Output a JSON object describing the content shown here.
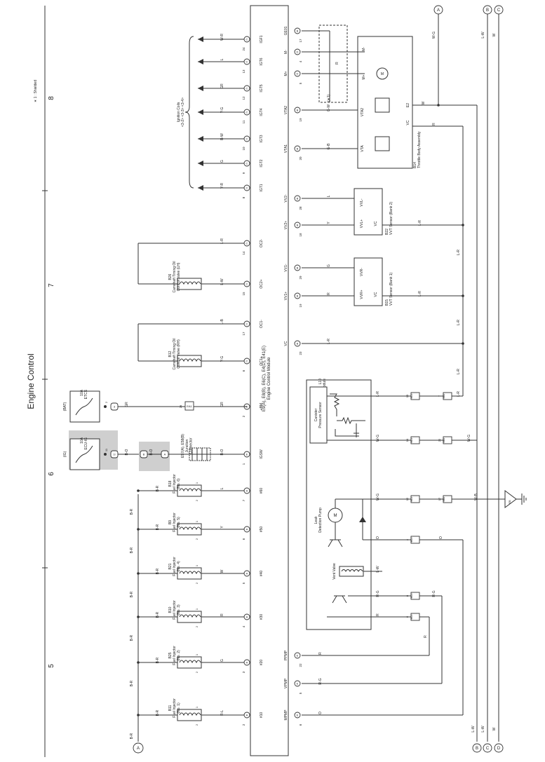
{
  "header": {
    "title": "Engine Control",
    "shielded_note": "∗ 1 : Shielded"
  },
  "column_numbers": [
    "5",
    "6",
    "7",
    "8"
  ],
  "ecm": {
    "label": "E9(A), E8(B), E6(C), E4(D), E41(E)\nEngine Control Module",
    "left_pins": [
      {
        "num": "2",
        "code": "A",
        "name": "#10"
      },
      {
        "num": "3",
        "code": "A",
        "name": "#20"
      },
      {
        "num": "4",
        "code": "A",
        "name": "#30"
      },
      {
        "num": "5",
        "code": "A",
        "name": "#40"
      },
      {
        "num": "6",
        "code": "A",
        "name": "#50"
      },
      {
        "num": "7",
        "code": "A",
        "name": "#60"
      },
      {
        "num": "2",
        "code": "D",
        "name": "+BM"
      },
      {
        "num": "1",
        "code": "E",
        "name": "IGSW"
      },
      {
        "num": "6",
        "code": "C",
        "name": "OC1+"
      },
      {
        "num": "17",
        "code": "C",
        "name": "OC1-"
      },
      {
        "num": "15",
        "code": "C",
        "name": "OC2+"
      },
      {
        "num": "14",
        "code": "C",
        "name": "OC2-"
      },
      {
        "num": "8",
        "code": "C",
        "name": "IGT1"
      },
      {
        "num": "9",
        "code": "C",
        "name": "IGT2"
      },
      {
        "num": "10",
        "code": "C",
        "name": "IGT3"
      },
      {
        "num": "11",
        "code": "C",
        "name": "IGT4"
      },
      {
        "num": "12",
        "code": "C",
        "name": "IGT5"
      },
      {
        "num": "13",
        "code": "C",
        "name": "IGT6"
      },
      {
        "num": "24",
        "code": "C",
        "name": "IGF1"
      }
    ],
    "right_pins": [
      {
        "num": "6",
        "code": "E",
        "name": "MPMP"
      },
      {
        "num": "5",
        "code": "E",
        "name": "VPMP"
      },
      {
        "num": "22",
        "code": "E",
        "name": "PPMP"
      },
      {
        "num": "23",
        "code": "B",
        "name": "VC"
      },
      {
        "num": "19",
        "code": "B",
        "name": "VV1+"
      },
      {
        "num": "29",
        "code": "B",
        "name": "VV1-"
      },
      {
        "num": "18",
        "code": "B",
        "name": "VV2+"
      },
      {
        "num": "28",
        "code": "B",
        "name": "VV2-"
      },
      {
        "num": "20",
        "code": "B",
        "name": "VTA1"
      },
      {
        "num": "19",
        "code": "B",
        "name": "VTA2"
      },
      {
        "num": "5",
        "code": "D",
        "name": "M+"
      },
      {
        "num": "4",
        "code": "D",
        "name": "M-"
      },
      {
        "num": "17",
        "code": "B",
        "name": "GE01"
      }
    ]
  },
  "injectors": [
    {
      "id": "B11",
      "name": "Fuel Injector\n(No. 1)",
      "ecm_wire": "R-L",
      "feed": "B-R"
    },
    {
      "id": "B25",
      "name": "Fuel Injector\n(No. 2)",
      "ecm_wire": "G",
      "feed": "B-R"
    },
    {
      "id": "B10",
      "name": "Fuel Injector\n(No. 3)",
      "ecm_wire": "R",
      "feed": "B-R"
    },
    {
      "id": "B21",
      "name": "Fuel Injector\n(No. 4)",
      "ecm_wire": "W",
      "feed": "B-R"
    },
    {
      "id": "B9",
      "name": "Fuel Injector\n(No. 5)",
      "ecm_wire": "Y",
      "feed": "B-R"
    },
    {
      "id": "B18",
      "name": "Fuel Injector\n(No. 6)",
      "ecm_wire": "L",
      "feed": "B-R"
    }
  ],
  "fuses": [
    {
      "name": "10A\nECU-IG",
      "source": "(IG)",
      "connector": "1I",
      "pin": "11",
      "wire": "B-O"
    },
    {
      "name": "10A\nETCS",
      "source": "(BAT)",
      "connector": "3",
      "pin": "2",
      "wire": "GR"
    }
  ],
  "junction": {
    "label": "E57(A), E58(B)\nJunction\nConnector",
    "wire": "B-O",
    "pins": [
      "2",
      "2"
    ],
    "codes": [
      "B",
      "A"
    ]
  },
  "bm_connector": {
    "code": "EA1",
    "pin": "28",
    "wire": "GR"
  },
  "ocv": [
    {
      "id": "B12",
      "name": "Camshaft Timing Oil\nControl Valve (RH)",
      "wire_plus": "Y-G",
      "wire_minus": "L-B"
    },
    {
      "id": "B26",
      "name": "Camshaft Timing Oil\nControl Valve (LH)",
      "wire_plus": "L-W",
      "wire_minus": "L-R"
    }
  ],
  "ignition": {
    "label": "Ignition Coils\n<3-2> <3-3> <3-4>",
    "wires": [
      "Y-R",
      "G",
      "B-W",
      "Y-G",
      "GR",
      "L",
      "W-R"
    ]
  },
  "canister": {
    "title": "L10\nCanister Pump Module",
    "pressure_sensor": "Canister\nPressure Sensor",
    "pump": "Leak\nDetection Pump",
    "vent": "Vent Valve",
    "pump_pin": "M",
    "wires": {
      "mpmp": "O",
      "vpmp": "R-G",
      "ppmp": "R",
      "vent": "L-W",
      "vc": "L-R",
      "out": "W-G",
      "gnd": "W-B"
    }
  },
  "sensors": [
    {
      "id": "B15",
      "name": "VVT Sensor (Bank 1)",
      "pins": [
        "VVR+",
        "VVR-",
        "VC"
      ],
      "wires": [
        "R",
        "G",
        "L-R"
      ]
    },
    {
      "id": "B22",
      "name": "VVT Sensor (Bank 2)",
      "pins": [
        "VVL+",
        "VVL-",
        "VC"
      ],
      "wires": [
        "Y",
        "L",
        "L-R"
      ]
    }
  ],
  "throttle": {
    "id": "B14",
    "name": "Throttle Body Assembly",
    "pins": [
      "M+",
      "M-",
      "VTA",
      "VTA2",
      "VC",
      "E2"
    ],
    "wires": [
      "G-B",
      "G-W",
      "R",
      "W"
    ]
  },
  "connectors": {
    "ee1": "EE1",
    "eb1": "EB1",
    "eb2": "EB2",
    "ec1": "EC1"
  },
  "connector_pins": [
    "5",
    "4",
    "14",
    "13",
    "6",
    "7",
    "17",
    "22",
    "12",
    "9",
    "8",
    "3"
  ],
  "ground": {
    "code": "EB"
  },
  "offpage": {
    "A": "A",
    "B": "B",
    "C": "C",
    "D": "D"
  },
  "right_wires": {
    "a": "W-G",
    "b": "L-W",
    "c": "W",
    "d": "L-W"
  }
}
